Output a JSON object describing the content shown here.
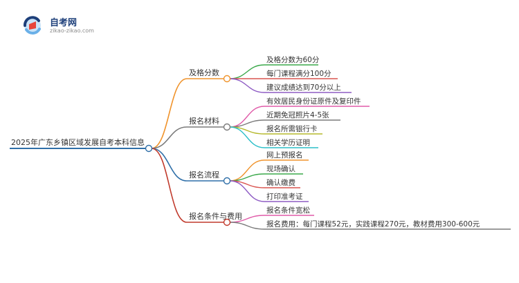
{
  "brand": {
    "name": "自考网",
    "domain": "zikao-zikao.com",
    "colors": {
      "primary": "#1d3f7a",
      "accent": "#e8443a",
      "light": "#6ab0e8"
    }
  },
  "mindmap": {
    "root": {
      "label": "2025年广东乡镇区域发展自考本科信息",
      "color": "#2f6fa8"
    },
    "branches": [
      {
        "label": "及格分数",
        "color": "#f0932b",
        "children": [
          {
            "label": "及格分数为60分",
            "color": "#3aa84a"
          },
          {
            "label": "每门课程满分100分",
            "color": "#d9534f"
          },
          {
            "label": "建议成绩达到70分以上",
            "color": "#8e5bc4"
          }
        ]
      },
      {
        "label": "报名材料",
        "color": "#7a7a7a",
        "children": [
          {
            "label": "有效居民身份证原件及复印件",
            "color": "#e05aa8"
          },
          {
            "label": "近期免冠照片4-5张",
            "color": "#7a7a7a"
          },
          {
            "label": "报名所需银行卡",
            "color": "#b5b82a"
          },
          {
            "label": "相关学历证明",
            "color": "#2bbfc9"
          }
        ]
      },
      {
        "label": "报名流程",
        "color": "#2f6fa8",
        "children": [
          {
            "label": "网上预报名",
            "color": "#f0932b"
          },
          {
            "label": "现场确认",
            "color": "#3aa84a"
          },
          {
            "label": "确认缴费",
            "color": "#d9534f"
          },
          {
            "label": "打印准考证",
            "color": "#8e5bc4"
          }
        ]
      },
      {
        "label": "报名条件与费用",
        "color": "#c0392b",
        "children": [
          {
            "label": "报名条件宽松",
            "color": "#e05aa8"
          },
          {
            "label": "报名费用：每门课程52元，实践课程270元，教材费用300-600元",
            "color": "#7a7a7a"
          }
        ]
      }
    ]
  }
}
